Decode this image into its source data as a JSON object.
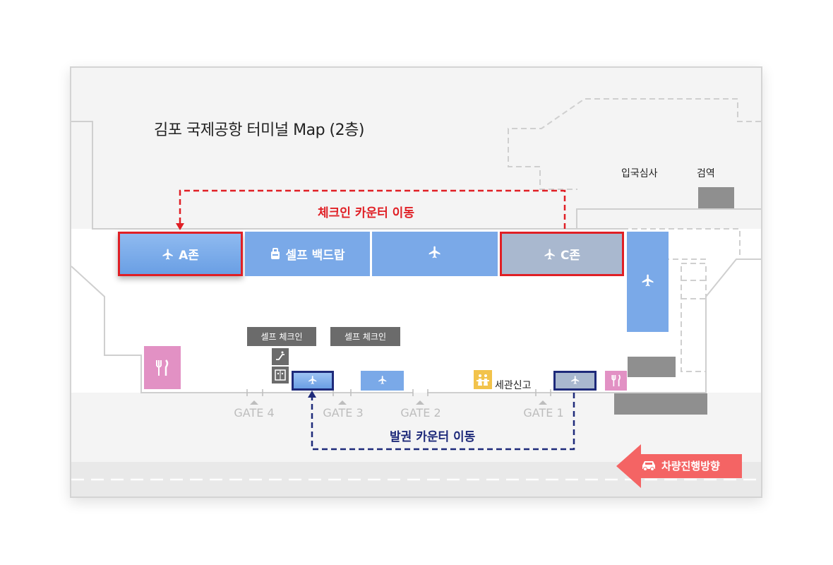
{
  "title": "김포 국제공항 터미널 Map (2층)",
  "zones": {
    "a_zone": "A존",
    "self_bag_drop": "셀프 백드랍",
    "c_zone": "C존"
  },
  "labels": {
    "immigration": "입국심사",
    "quarantine": "검역",
    "self_checkin_1": "셀프 체크인",
    "self_checkin_2": "셀프 체크인",
    "customs": "세관신고"
  },
  "routes": {
    "checkin_move": "체크인 카운터 이동",
    "ticketing_move": "발권 카운터 이동"
  },
  "gates": [
    "GATE 4",
    "GATE 3",
    "GATE 2",
    "GATE 1"
  ],
  "vehicle_direction": "차량진행방향",
  "colors": {
    "counter_blue": "#7aa9e8",
    "counter_gray": "#a9b8cf",
    "highlight_red": "#e01f25",
    "route_navy": "#1e2a7a",
    "restaurant_pink": "#e291c4",
    "customs_yellow": "#f2c34b",
    "vehicle_arrow": "#f46464"
  },
  "icons": [
    "airplane-icon",
    "luggage-icon",
    "escalator-icon",
    "elevator-icon",
    "restaurant-icon",
    "customs-icon",
    "car-icon"
  ]
}
